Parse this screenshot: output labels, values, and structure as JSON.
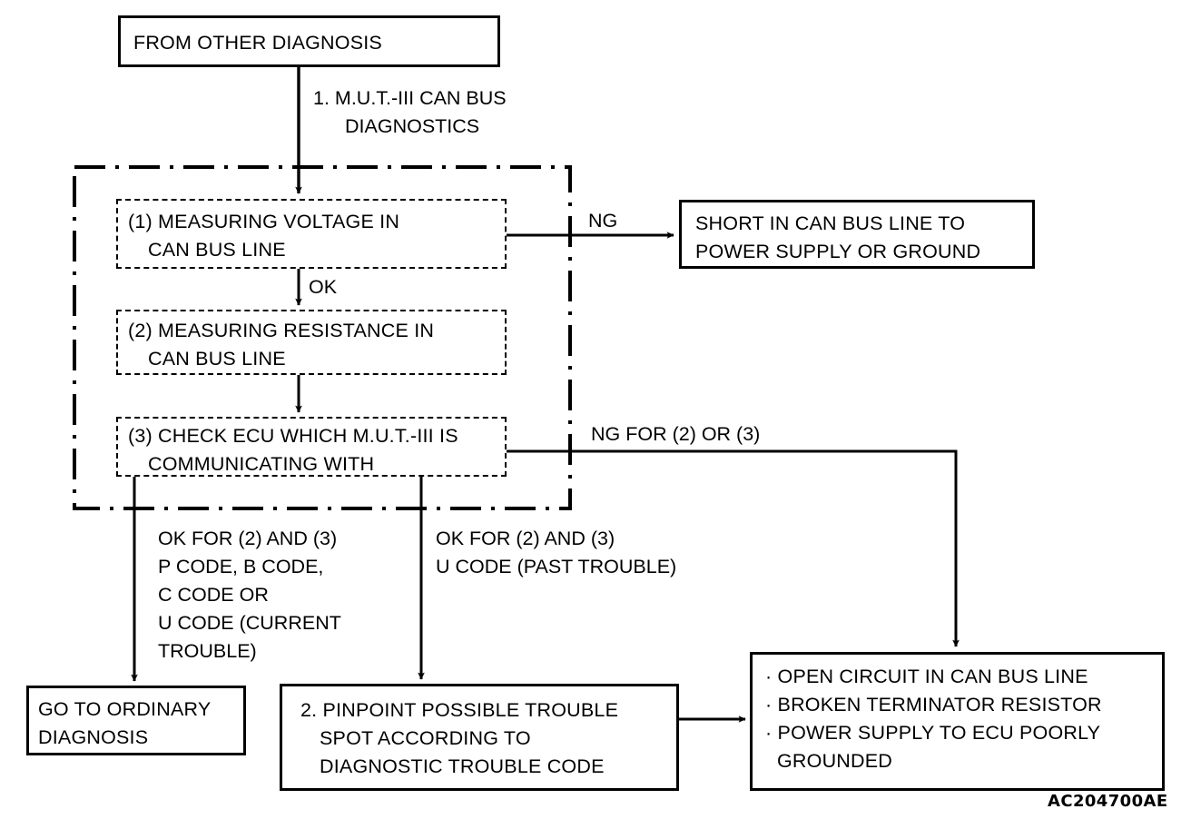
{
  "diagram": {
    "figure_code": "AC204700AE",
    "nodes": {
      "start": {
        "text": "FROM OTHER DIAGNOSIS"
      },
      "step1_label": {
        "line1": "1. M.U.T.-III CAN BUS",
        "line2": "DIAGNOSTICS"
      },
      "check1": {
        "line1": "(1) MEASURING VOLTAGE IN",
        "line2": "CAN BUS LINE"
      },
      "check2": {
        "line1": "(2) MEASURING RESISTANCE IN",
        "line2": "CAN BUS LINE"
      },
      "check3": {
        "line1": "(3) CHECK ECU WHICH M.U.T.-III IS",
        "line2": "COMMUNICATING WITH"
      },
      "short_result": {
        "line1": "SHORT IN CAN BUS LINE TO",
        "line2": "POWER SUPPLY OR GROUND"
      },
      "ordinary": {
        "line1": "GO TO ORDINARY",
        "line2": "DIAGNOSIS"
      },
      "pinpoint": {
        "line1": "2. PINPOINT POSSIBLE TROUBLE",
        "line2": "SPOT ACCORDING TO",
        "line3": "DIAGNOSTIC TROUBLE CODE"
      },
      "causes": {
        "item1": "· OPEN CIRCUIT IN CAN BUS LINE",
        "item2": "· BROKEN TERMINATOR RESISTOR",
        "item3": "· POWER SUPPLY TO ECU POORLY",
        "item3b": "GROUNDED"
      }
    },
    "edge_labels": {
      "ng_short": "NG",
      "ok_1to2": "OK",
      "ng_2or3": "NG FOR (2) OR (3)",
      "ok_left": {
        "line1": "OK FOR (2) AND (3)",
        "line2": "P CODE, B CODE,",
        "line3": "C CODE OR",
        "line4": "U CODE (CURRENT",
        "line5": "TROUBLE)"
      },
      "ok_mid": {
        "line1": "OK FOR (2) AND (3)",
        "line2": "U CODE (PAST TROUBLE)"
      }
    },
    "colors": {
      "line": "#000000",
      "background": "#ffffff"
    }
  }
}
